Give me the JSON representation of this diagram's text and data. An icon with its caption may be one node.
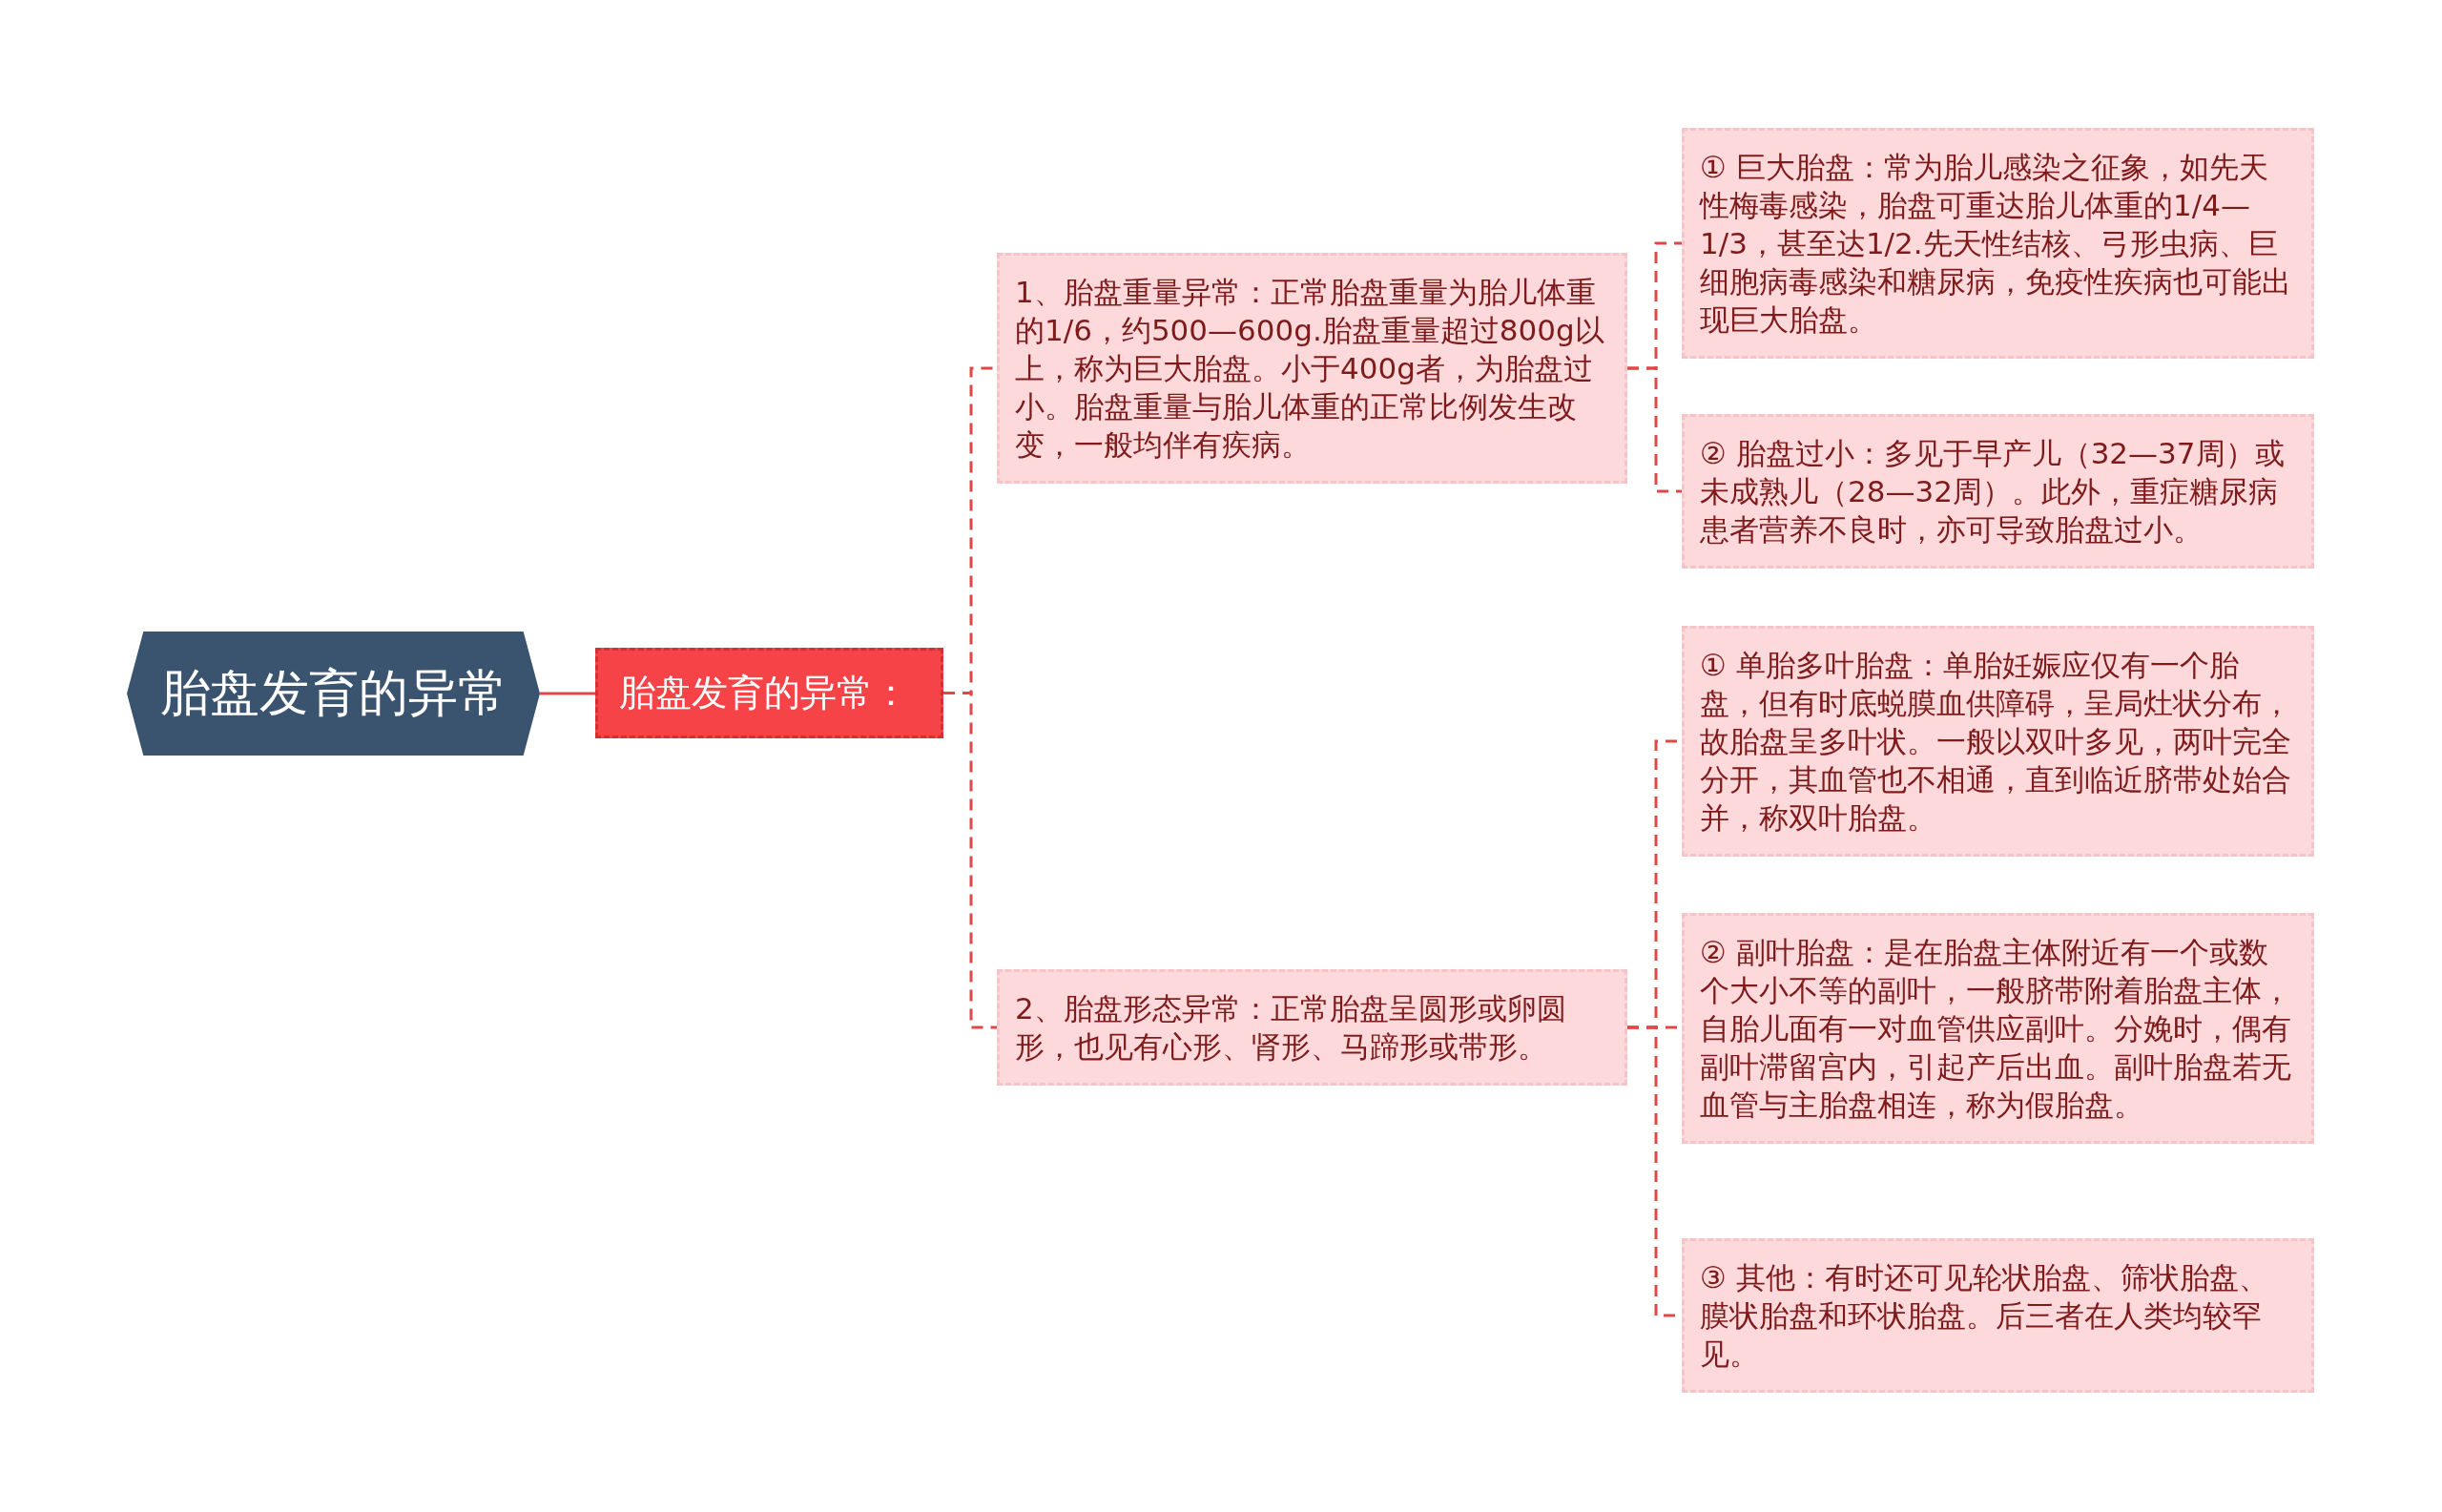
{
  "diagram": {
    "nodes": [
      {
        "text": [
          "胎盘发育的异常"
        ]
      },
      {
        "text": [
          "胎盘发育的异常："
        ]
      },
      {
        "text": [
          "1、胎盘重量异常：正常胎盘重量为胎儿体重的1/6，约500—600g.胎盘重量超过800g以上，称为巨大胎盘。小于400g者，为胎盘过小。胎盘重量与胎儿体重的正常比例发生改变，一般均伴有疾病。"
        ]
      },
      {
        "text": [
          "2、胎盘形态异常：正常胎盘呈圆形或卵圆形，也见有心形、肾形、马蹄形或带形。"
        ]
      },
      {
        "text": [
          "① 巨大胎盘：常为胎儿感染之征象，如先天性梅毒感染，胎盘可重达胎儿体重的1/4—1/3，甚至达1/2.先天性结核、弓形虫病、巨细胞病毒感染和糖尿病，免疫性疾病也可能出现巨大胎盘。"
        ]
      },
      {
        "text": [
          "② 胎盘过小：多见于早产儿（32—37周）或未成熟儿（28—32周）。此外，重症糖尿病患者营养不良时，亦可导致胎盘过小。"
        ]
      },
      {
        "text": [
          "① 单胎多叶胎盘：单胎妊娠应仅有一个胎盘，但有时底蜕膜血供障碍，呈局灶状分布，故胎盘呈多叶状。一般以双叶多见，两叶完全分开，其血管也不相通，直到临近脐带处始合并，称双叶胎盘。"
        ]
      },
      {
        "text": [
          "② 副叶胎盘：是在胎盘主体附近有一个或数个大小不等的副叶，一般脐带附着胎盘主体，自胎儿面有一对血管供应副叶。分娩时，偶有副叶滞留宫内，引起产后出血。副叶胎盘若无血管与主胎盘相连，称为假胎盘。"
        ]
      },
      {
        "text": [
          "③ 其他：有时还可见轮状胎盘、筛状胎盘、膜状胎盘和环状胎盘。后三者在人类均较罕见。"
        ]
      }
    ],
    "edges": [
      {
        "from": 0,
        "to": 1,
        "arrow": "none"
      },
      {
        "from": 1,
        "to": 2,
        "arrow": "none",
        "style": "dashed"
      },
      {
        "from": 1,
        "to": 3,
        "arrow": "none",
        "style": "dashed"
      },
      {
        "from": 2,
        "to": 4,
        "arrow": "none",
        "style": "dashed"
      },
      {
        "from": 2,
        "to": 5,
        "arrow": "none",
        "style": "dashed"
      },
      {
        "from": 3,
        "to": 6,
        "arrow": "none",
        "style": "dashed"
      },
      {
        "from": 3,
        "to": 7,
        "arrow": "none",
        "style": "dashed"
      },
      {
        "from": 3,
        "to": 8,
        "arrow": "none",
        "style": "dashed"
      }
    ]
  }
}
